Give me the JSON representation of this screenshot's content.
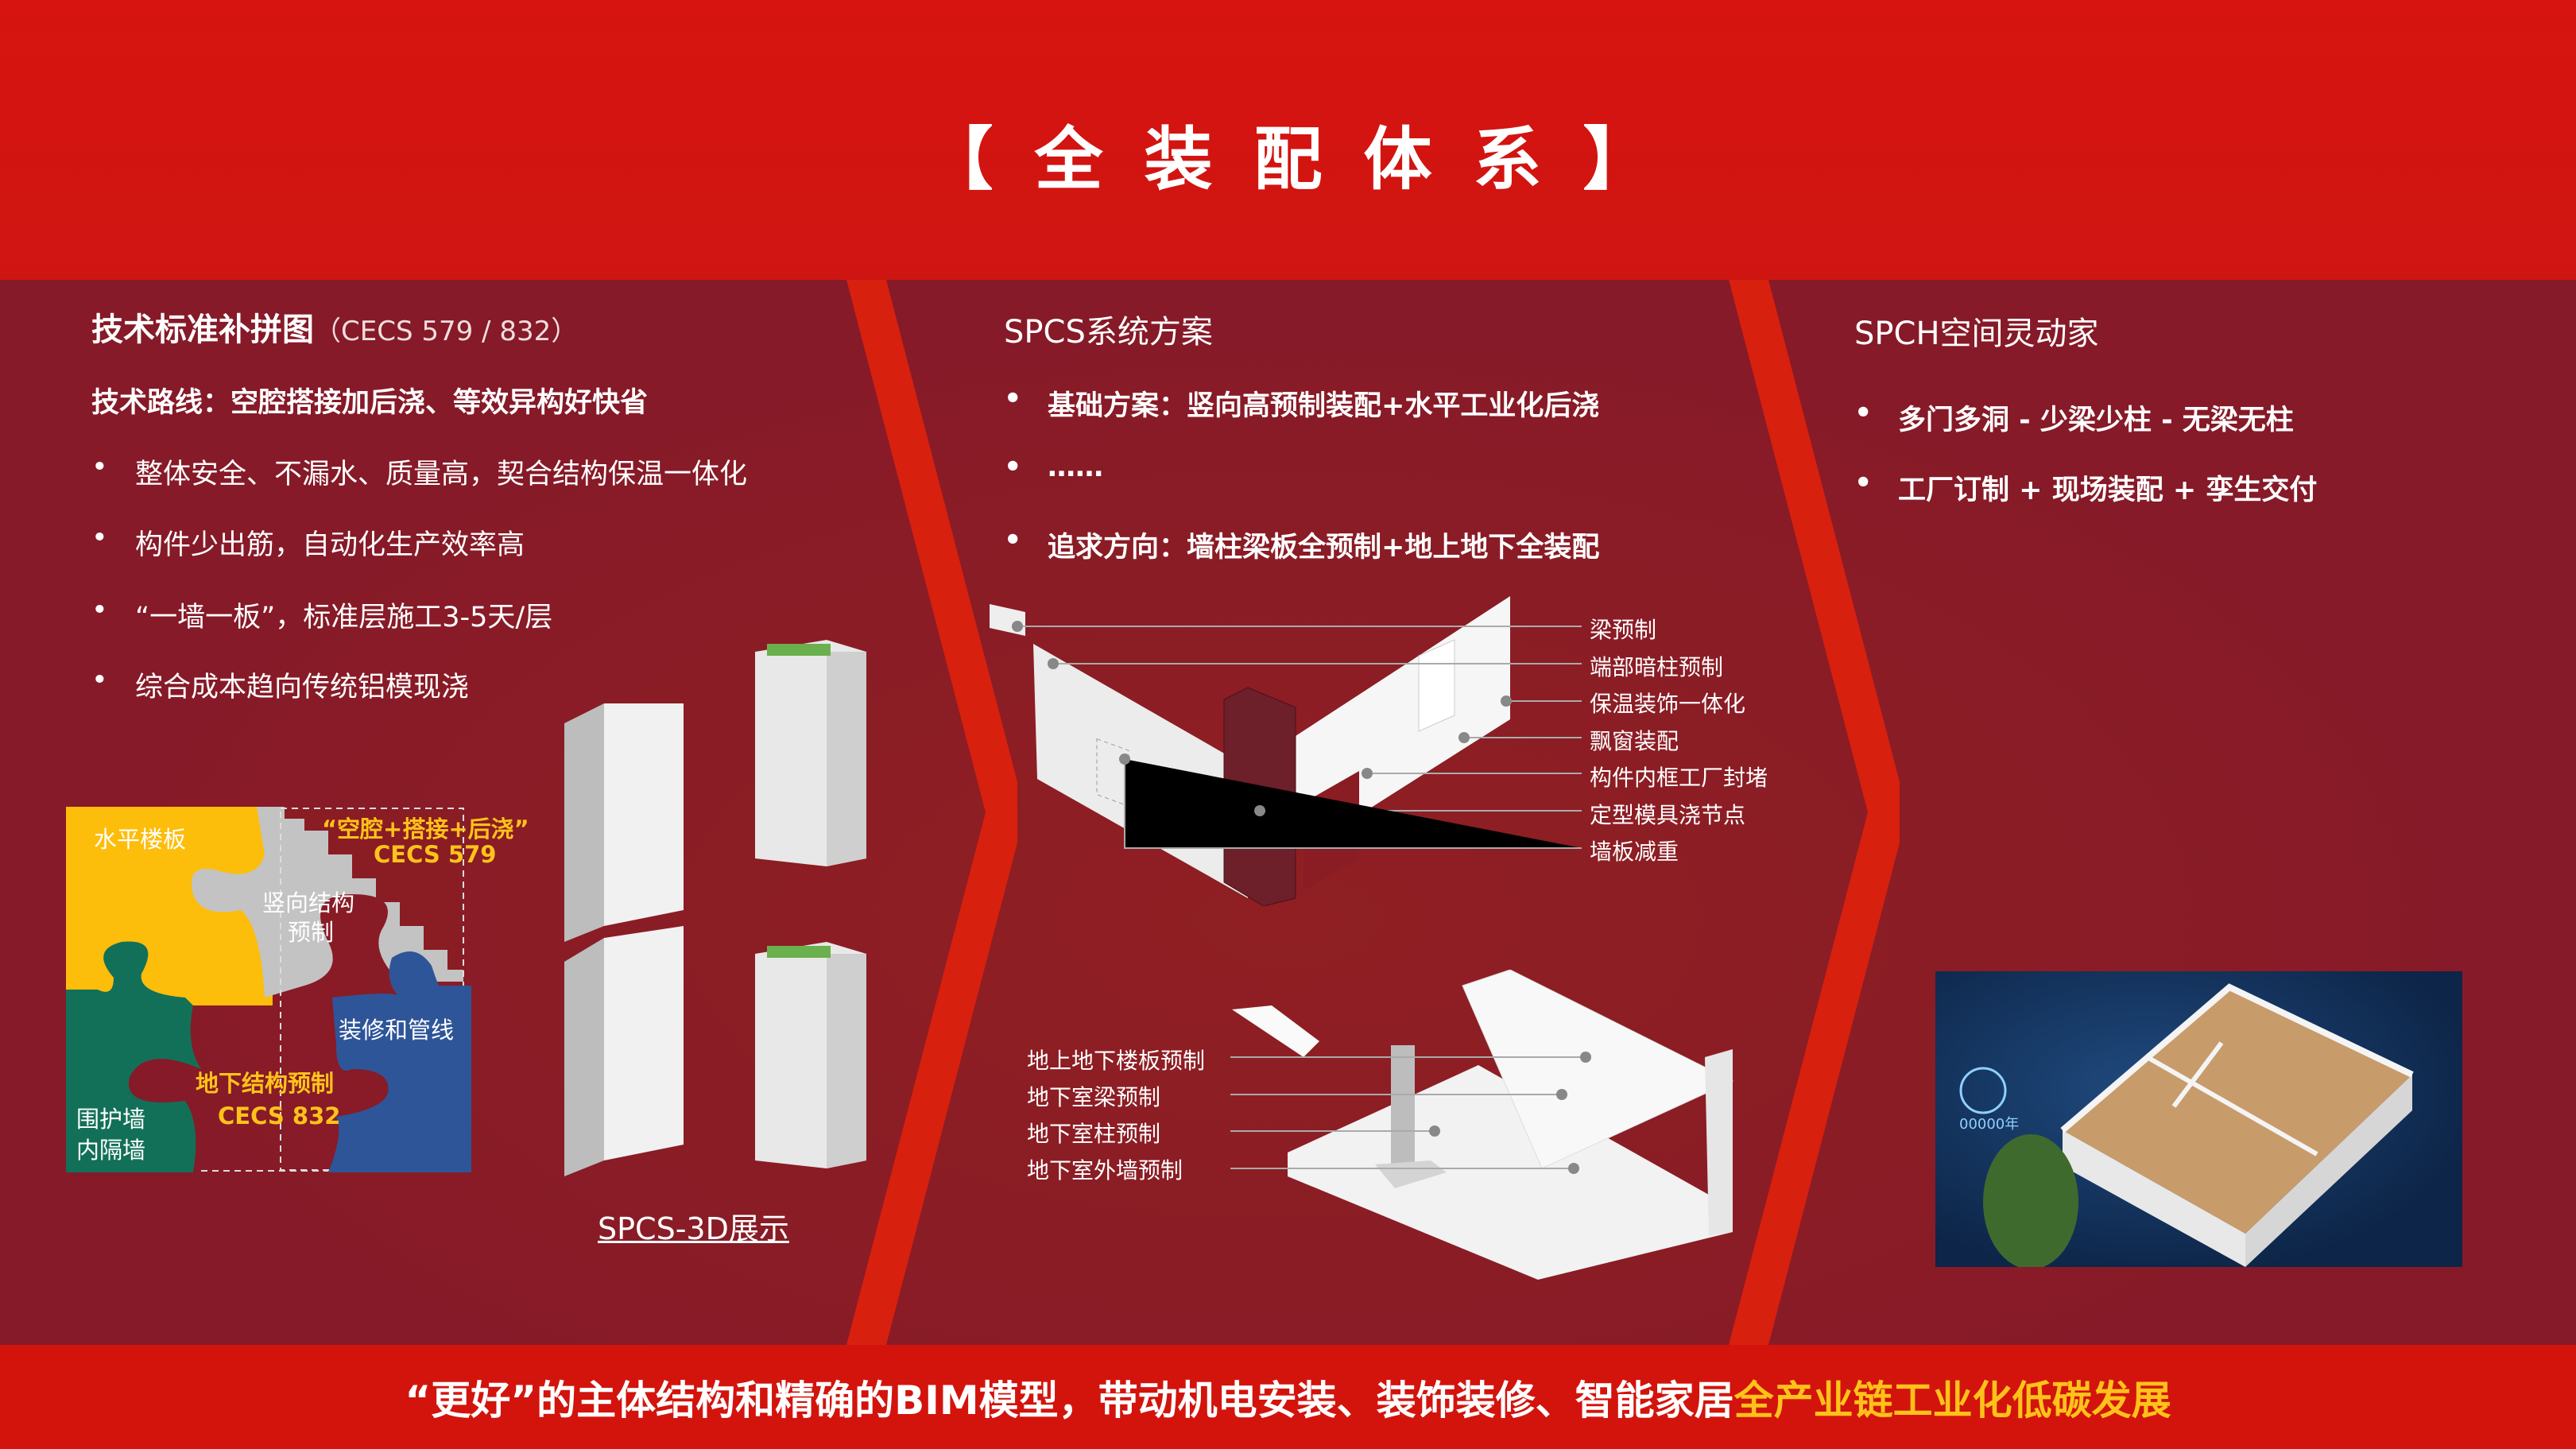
{
  "header": {
    "title": "【全装配体系】"
  },
  "left": {
    "title": "技术标准补拼图",
    "title_sub": "（CECS 579 / 832）",
    "route": "技术路线：空腔搭接加后浇、等效异构好快省",
    "bullets": [
      "整体安全、不漏水、质量高，契合结构保温一体化",
      "构件少出筋，自动化生产效率高",
      "“一墙一板”，标准层施工3-5天/层",
      "综合成本趋向传统铝模现浇"
    ],
    "puzzle": {
      "floor": "水平楼板",
      "callout": "“空腔+搭接+后浇”",
      "callout_std": "CECS 579",
      "vertical": "竖向结构",
      "vertical2": "预制",
      "decor": "装修和管线",
      "underground": "地下结构预制",
      "underground_std": "CECS 832",
      "wall1": "围护墙",
      "wall2": "内隔墙"
    },
    "model_link": "SPCS-3D展示"
  },
  "middle": {
    "title": "SPCS系统方案",
    "bullets": [
      "基础方案：竖向高预制装配+水平工业化后浇",
      "……",
      "追求方向：墙柱梁板全预制+地上地下全装配"
    ],
    "wall_labels": [
      "梁预制",
      "端部暗柱预制",
      "保温装饰一体化",
      "飘窗装配",
      "构件内框工厂封堵",
      "定型模具浇节点",
      "墙板减重"
    ],
    "basement_labels": [
      "地上地下楼板预制",
      "地下室梁预制",
      "地下室柱预制",
      "地下室外墙预制"
    ]
  },
  "right": {
    "title": "SPCH空间灵动家",
    "bullets": [
      "多门多洞 - 少梁少柱 - 无梁无柱",
      "工厂订制 + 现场装配 + 孪生交付"
    ],
    "render_year": "00000年"
  },
  "footer": {
    "text_white": "“更好”的主体结构和精确的BIM模型，带动机电安装、装饰装修、智能家居",
    "text_yellow": "全产业链工业化低碳发展"
  },
  "colors": {
    "header_red": "#d7140f",
    "body_red": "#8a1c24",
    "accent_yellow": "#ffc21a",
    "puzzle_yellow": "#fdbd0b",
    "puzzle_gray": "#c3c3c3",
    "puzzle_green": "#127058",
    "puzzle_blue": "#2e5598"
  }
}
